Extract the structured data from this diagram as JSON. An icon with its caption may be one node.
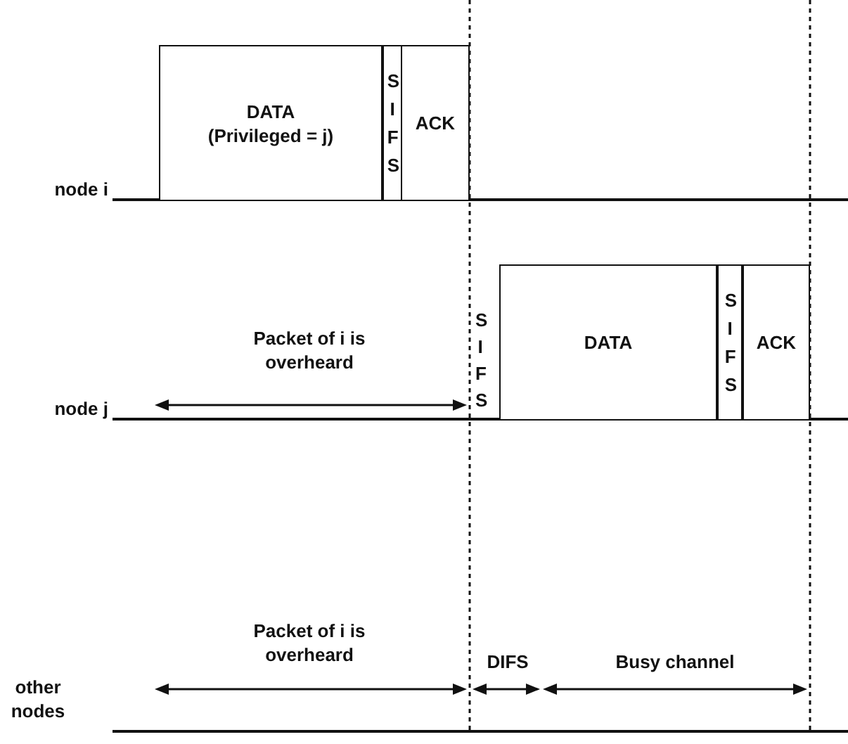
{
  "diagram": {
    "nodes": [
      {
        "text": [
          "DATA",
          "(Privileged = j)"
        ]
      },
      {
        "text": [
          "SIFS"
        ]
      },
      {
        "text": [
          "ACK"
        ]
      },
      {
        "text": [
          "DATA"
        ]
      },
      {
        "text": [
          "SIFS"
        ]
      },
      {
        "text": [
          "ACK"
        ]
      }
    ],
    "edges": [],
    "labels": [
      "node i",
      "Packet of i is overheard",
      "SIFS",
      "node j",
      "Packet of i is overheard",
      "DIFS",
      "Busy channel",
      "other nodes"
    ]
  }
}
